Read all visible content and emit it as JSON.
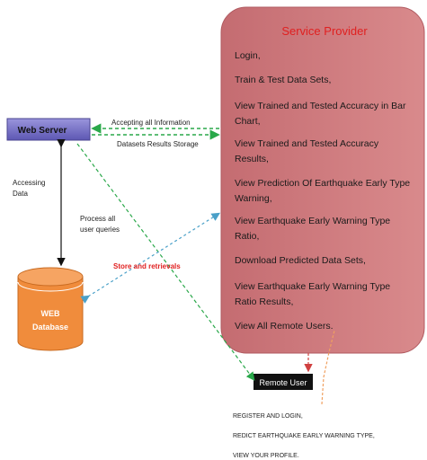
{
  "service_provider": {
    "title": "Service Provider",
    "items": [
      [
        "Login,"
      ],
      [
        "Train & Test Data Sets,"
      ],
      [
        "View Trained and Tested Accuracy in Bar",
        "Chart,"
      ],
      [
        "View Trained and Tested Accuracy",
        "Results,"
      ],
      [
        "View Prediction Of Earthquake Early Type",
        "Warning,"
      ],
      [
        "View Earthquake Early Warning Type",
        "Ratio,"
      ],
      [
        "Download Predicted Data Sets,"
      ],
      [
        "View Earthquake Early Warning Type",
        "Ratio Results,"
      ],
      [
        "View All Remote Users."
      ]
    ]
  },
  "web_server": {
    "label": "Web Server"
  },
  "database": {
    "line1": "WEB",
    "line2": "Database"
  },
  "remote_user": {
    "label": "Remote User",
    "actions": [
      "REGISTER AND LOGIN,",
      "REDICT EARTHQUAKE EARLY WARNING TYPE,",
      "VIEW YOUR PROFILE."
    ]
  },
  "edge_labels": {
    "accepting": "Accepting all  Information",
    "datasets": "Datasets Results Storage",
    "accessing": [
      "Accessing",
      "Data"
    ],
    "process": [
      "Process all",
      "user queries"
    ],
    "store": "Store and retrievals"
  },
  "colors": {
    "provider_fill": "#c9767a",
    "provider_title": "#e02020",
    "server_fill": "#7a73c9",
    "database_fill": "#f08c3c",
    "remote_fill": "#111111",
    "green_arrow": "#2aa84a",
    "blue_arrow": "#4aa0c8",
    "red_label": "#e02020"
  }
}
